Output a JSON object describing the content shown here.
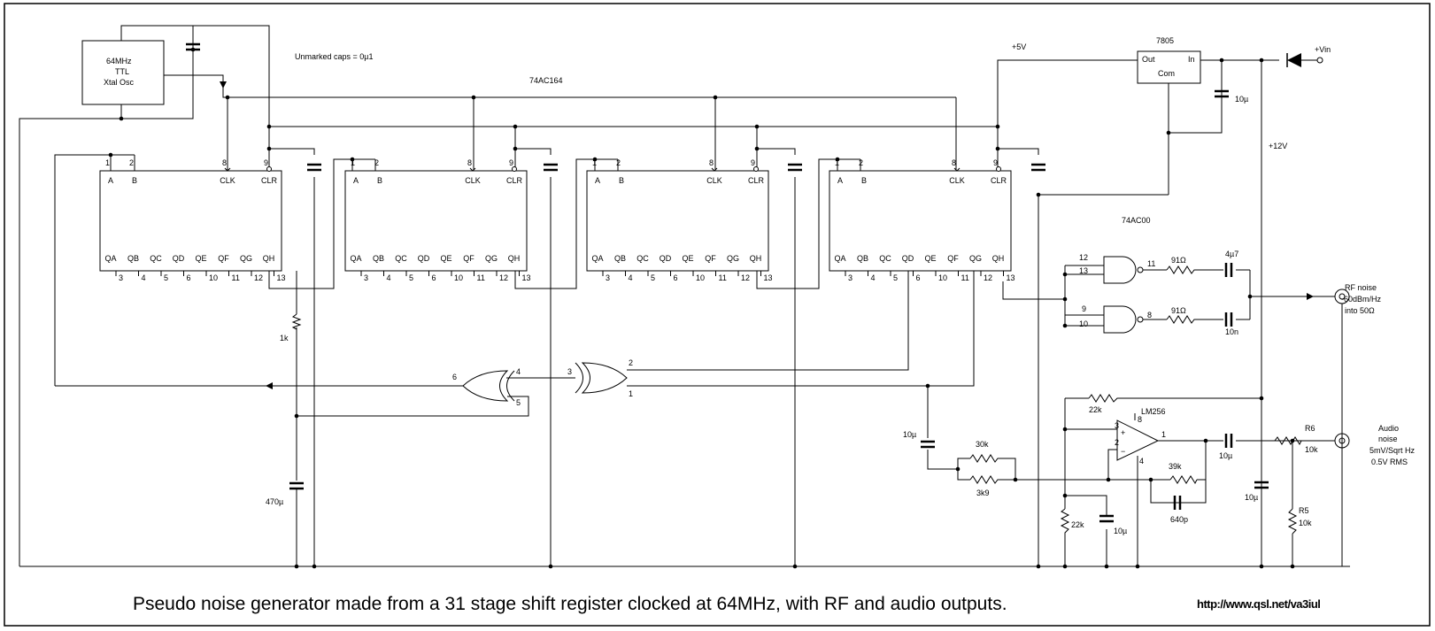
{
  "caption": "Pseudo noise generator made from a 31 stage shift register clocked at 64MHz, with RF and audio outputs.",
  "url": "http://www.qsl.net/va3iul",
  "osc": {
    "line1": "64MHz",
    "line2": "TTL",
    "line3": "Xtal Osc"
  },
  "note_caps": "Unmarked caps = 0µ1",
  "labels": {
    "shift_ic": "74AC164",
    "nand_ic": "74AC00",
    "reg_ic": "7805",
    "opamp": "LM256",
    "plus5v": "+5V",
    "plus12v": "+12V",
    "vin": "+Vin",
    "reg_out": "Out",
    "reg_in": "In",
    "reg_com": "Com"
  },
  "pins": {
    "p1": "1",
    "p2": "2",
    "p3": "3",
    "p4": "4",
    "p5": "5",
    "p6": "6",
    "p8": "8",
    "p9": "9",
    "p10": "10",
    "p11": "11",
    "p12": "12",
    "p13": "13",
    "a": "A",
    "b": "B",
    "clk": "CLK",
    "clr": "CLR",
    "qa": "QA",
    "qb": "QB",
    "qc": "QC",
    "qd": "QD",
    "qe": "QE",
    "qf": "QF",
    "qg": "QG",
    "qh": "QH",
    "plus": "+",
    "minus": "−"
  },
  "components": {
    "r1k": "1k",
    "c470": "470µ",
    "c10u": "10µ",
    "r30k": "30k",
    "r3k9": "3k9",
    "r22k": "22k",
    "r39k": "39k",
    "c640p": "640p",
    "r91": "91Ω",
    "c4u7": "4µ7",
    "c10n": "10n",
    "r6": "R6",
    "r5": "R5",
    "r10k": "10k"
  },
  "outputs": {
    "rf1": "RF noise",
    "rf2": "-60dBm/Hz",
    "rf3": "into 50Ω",
    "au1": "Audio",
    "au2": "noise",
    "au3": "5mV/Sqrt Hz",
    "au4": "0.5V RMS"
  }
}
